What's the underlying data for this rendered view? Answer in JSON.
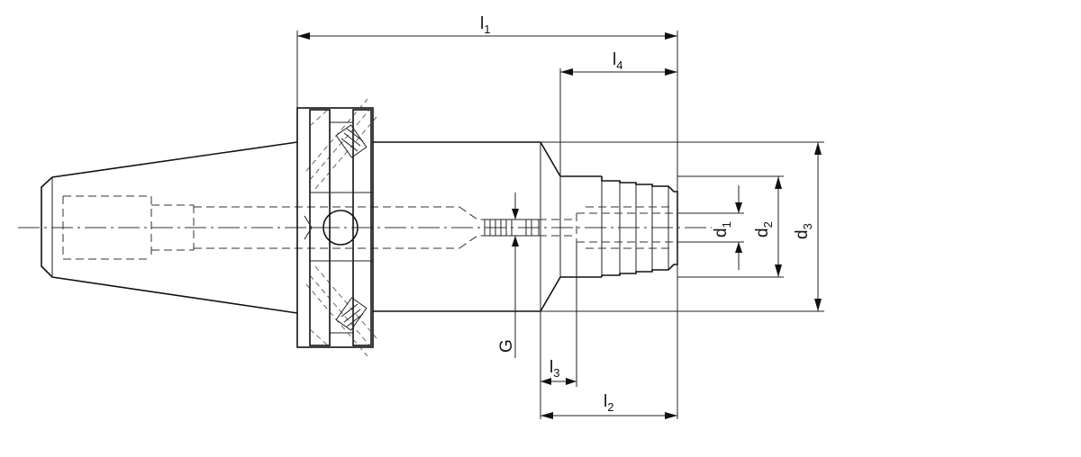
{
  "drawing": {
    "dimensions": {
      "l1": {
        "base": "l",
        "sub": "1"
      },
      "l2": {
        "base": "l",
        "sub": "2"
      },
      "l3": {
        "base": "l",
        "sub": "3"
      },
      "l4": {
        "base": "l",
        "sub": "4"
      },
      "d1": {
        "base": "d",
        "sub": "1"
      },
      "d2": {
        "base": "d",
        "sub": "2"
      },
      "d3": {
        "base": "d",
        "sub": "3"
      },
      "g": {
        "base": "G"
      }
    }
  }
}
